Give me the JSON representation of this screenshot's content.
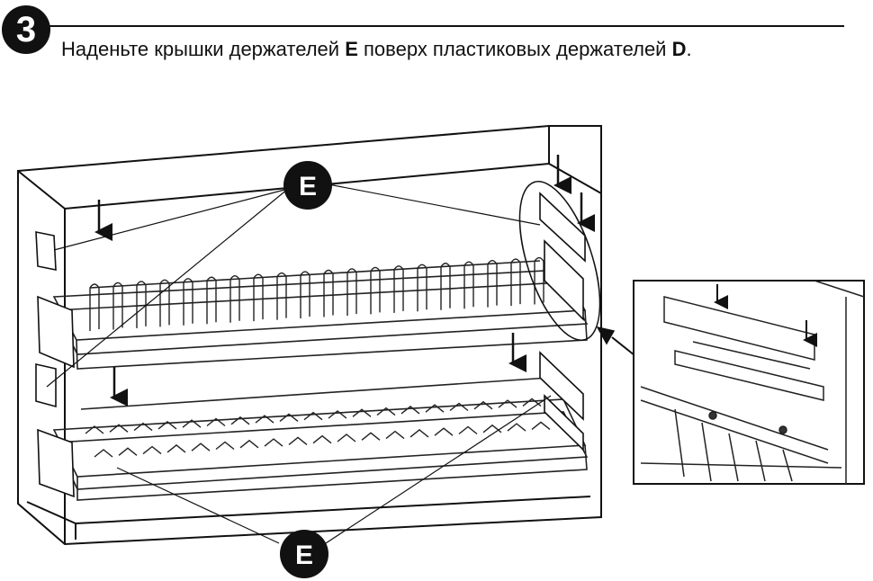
{
  "step": {
    "number": "3"
  },
  "instruction": {
    "part1": "Наденьте крышки держателей ",
    "bold1": "E",
    "part2": " поверх пластиковых держателей ",
    "bold2": "D",
    "part3": "."
  },
  "callouts": {
    "top_label": "E",
    "bottom_label": "E"
  }
}
